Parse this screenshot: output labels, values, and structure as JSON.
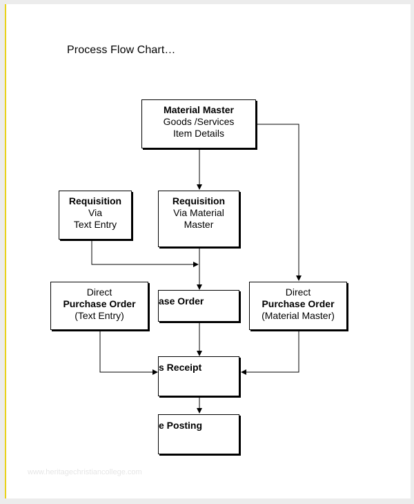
{
  "title": "Process Flow Chart…",
  "watermark": "www.heritagechristiancollege.com",
  "nodes": {
    "material_master": {
      "line1": "Material Master",
      "line2": "Goods /Services",
      "line3": "Item Details"
    },
    "req_text": {
      "line1": "Requisition",
      "line2": "Via",
      "line3": "Text Entry"
    },
    "req_material": {
      "line1": "Requisition",
      "line2": "Via Material",
      "line3": "Master"
    },
    "po_direct_text": {
      "line1": "Direct",
      "line2": "Purchase Order",
      "line3": "(Text Entry)"
    },
    "purchase_order": {
      "line1": "ase Order"
    },
    "po_direct_material": {
      "line1": "Direct",
      "line2": "Purchase Order",
      "line3": "(Material Master)"
    },
    "goods_receipt": {
      "line1": "s Receipt"
    },
    "invoice_posting": {
      "line1": "e Posting"
    }
  }
}
